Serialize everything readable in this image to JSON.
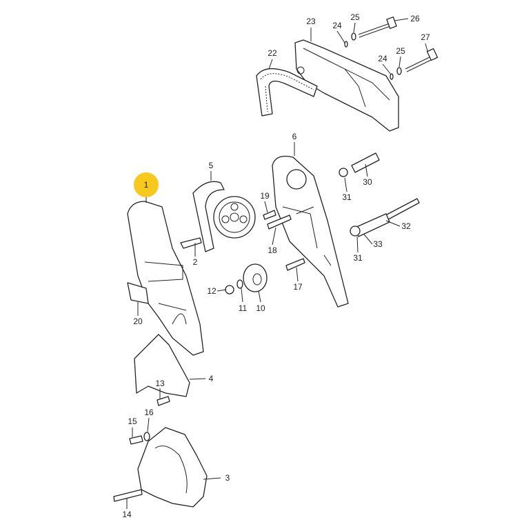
{
  "highlight_color": "#f7c81e",
  "selected_part": "1",
  "callouts": [
    "1",
    "2",
    "3",
    "4",
    "5",
    "6",
    "10",
    "11",
    "12",
    "13",
    "14",
    "15",
    "16",
    "17",
    "18",
    "19",
    "20",
    "22",
    "23",
    "24",
    "25",
    "26",
    "27",
    "24",
    "25",
    "30",
    "31",
    "31",
    "32",
    "33"
  ]
}
